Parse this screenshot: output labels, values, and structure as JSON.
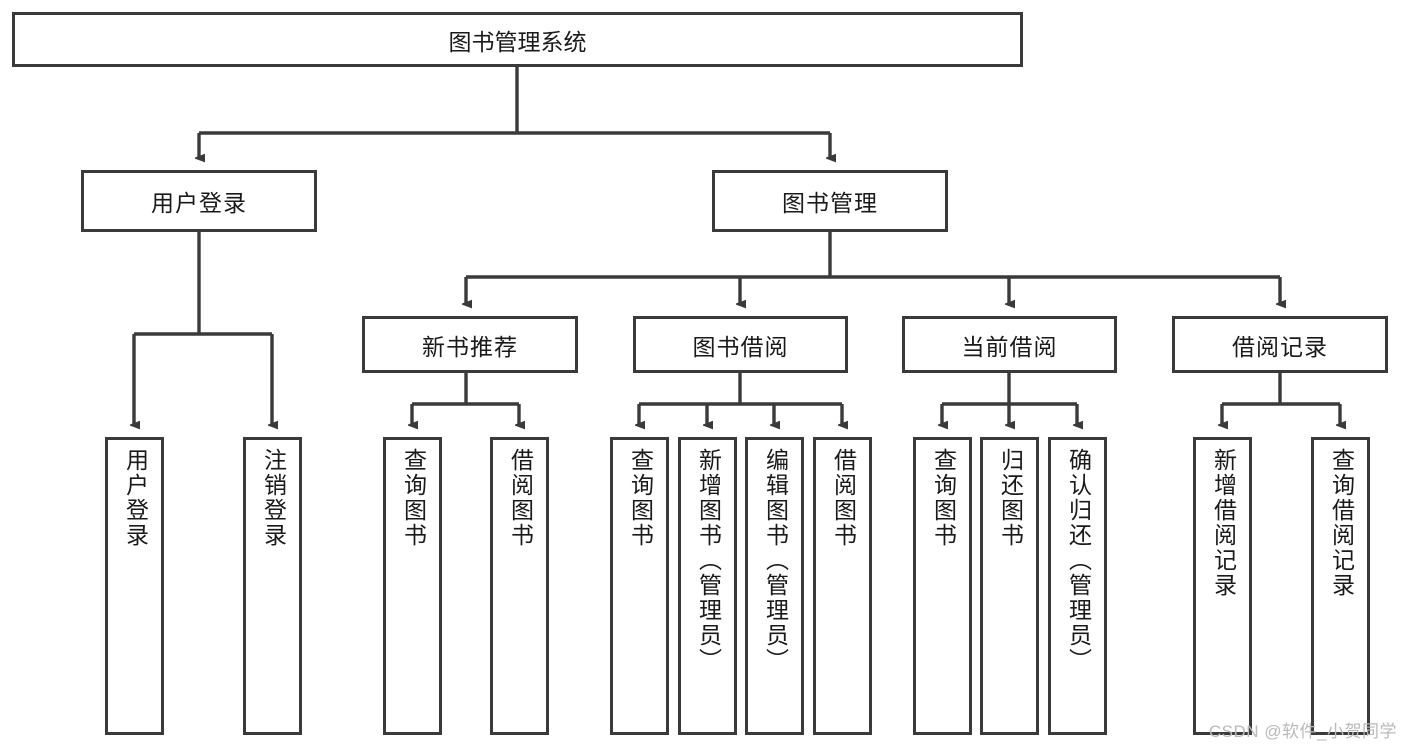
{
  "diagram": {
    "title": "图书管理系统",
    "watermark": "CSDN @软件_小贺同学",
    "stroke_color": "#3a3a3a",
    "text_color": "#1a1a1a",
    "background_color": "#ffffff",
    "root": {
      "label": "图书管理系统"
    },
    "level2": [
      {
        "label": "用户登录"
      },
      {
        "label": "图书管理"
      }
    ],
    "level3": [
      {
        "label": "新书推荐"
      },
      {
        "label": "图书借阅"
      },
      {
        "label": "当前借阅"
      },
      {
        "label": "借阅记录"
      }
    ],
    "leaves": [
      {
        "label": "用户登录"
      },
      {
        "label": "注销登录"
      },
      {
        "label": "查询图书"
      },
      {
        "label": "借阅图书"
      },
      {
        "label": "查询图书"
      },
      {
        "label": "新增图书（管理员）"
      },
      {
        "label": "编辑图书（管理员）"
      },
      {
        "label": "借阅图书"
      },
      {
        "label": "查询图书"
      },
      {
        "label": "归还图书"
      },
      {
        "label": "确认归还（管理员）"
      },
      {
        "label": "新增借阅记录"
      },
      {
        "label": "查询借阅记录"
      }
    ]
  }
}
